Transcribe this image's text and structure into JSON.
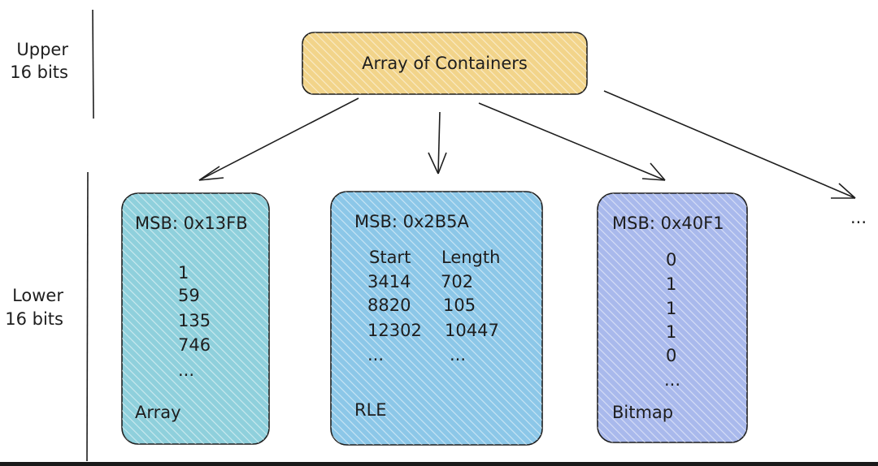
{
  "labels": {
    "upper": [
      "Upper",
      "16 bits"
    ],
    "lower": [
      "Lower",
      "16 bits"
    ],
    "root": "Array of Containers",
    "more": "..."
  },
  "containers": [
    {
      "msb": "MSB: 0x13FB",
      "values": [
        "1",
        "59",
        "135",
        "746",
        "..."
      ],
      "type": "Array"
    },
    {
      "msb": "MSB: 0x2B5A",
      "header": [
        "Start",
        "Length"
      ],
      "rows": [
        [
          "3414",
          "702"
        ],
        [
          "8820",
          "105"
        ],
        [
          "12302",
          "10447"
        ],
        [
          "...",
          "..."
        ]
      ],
      "type": "RLE"
    },
    {
      "msb": "MSB: 0x40F1",
      "values": [
        "0",
        "1",
        "1",
        "1",
        "0",
        "..."
      ],
      "type": "Bitmap"
    }
  ],
  "colors": {
    "root_fill": "#f2d48a",
    "array_fill": "#8fd0dc",
    "rle_fill": "#8cc7e8",
    "bitmap_fill": "#a9b9ec",
    "stroke": "#1e1e1e"
  }
}
